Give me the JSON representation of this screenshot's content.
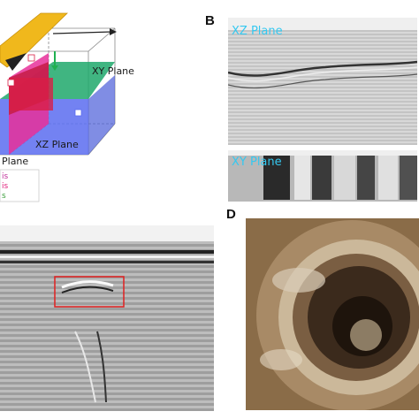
{
  "panel_a": {
    "labels": {
      "xy_plane": "XY Plane",
      "xz_plane": "XZ Plane",
      "yz_plane_fragment": "Plane"
    },
    "axis_legend": [
      {
        "text": "is",
        "color": "#c0309a"
      },
      {
        "text": "is",
        "color": "#e0207a"
      },
      {
        "text": "s",
        "color": "#40a040"
      }
    ],
    "colors": {
      "xy_plane": "#1fa86b",
      "xz_plane": "#5a6cf0",
      "yz_plane": "#e8309a",
      "intersection": "#c81e4a",
      "pipe": "#f0b81c"
    }
  },
  "panel_b": {
    "letter": "B",
    "xz_label": "XZ Plane",
    "xy_label": "XY Plane",
    "label_color": "#35c8f0"
  },
  "panel_c": {
    "anomaly_box_color": "#e02020"
  },
  "panel_d": {
    "letter": "D"
  }
}
